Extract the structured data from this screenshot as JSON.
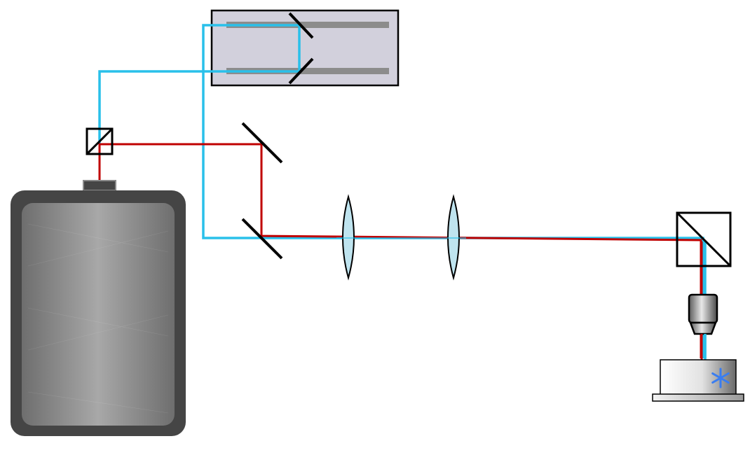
{
  "diagram": {
    "background": "#ffffff",
    "colors": {
      "red_beam": "#c00000",
      "blue_beam": "#29c0ea",
      "laser_body": "#454545",
      "laser_panel_light": "#a8a8a8",
      "laser_panel_dark": "#6e6e6e",
      "delay_stage_fill": "#d2d0dc",
      "rail": "#8c8c8c",
      "lens_fill": "#bfe4ef",
      "optic_line": "#000000",
      "sample_mark": "#3a7df0"
    },
    "components": [
      {
        "id": "laser",
        "icon": "laser-source"
      },
      {
        "id": "beamsplitter-polarizing",
        "icon": "beamsplitter-cube"
      },
      {
        "id": "delay-line",
        "icon": "translation-stage"
      },
      {
        "id": "mirror-upper",
        "icon": "mirror"
      },
      {
        "id": "mirror-lower",
        "icon": "mirror"
      },
      {
        "id": "lens-1",
        "icon": "biconvex-lens"
      },
      {
        "id": "lens-2",
        "icon": "biconvex-lens"
      },
      {
        "id": "dichroic-cube",
        "icon": "beamsplitter-cube"
      },
      {
        "id": "objective",
        "icon": "microscope-objective"
      },
      {
        "id": "sample-stage",
        "icon": "sample-holder"
      },
      {
        "id": "sample",
        "icon": "asterisk-star"
      }
    ],
    "sample_symbol": "*"
  }
}
